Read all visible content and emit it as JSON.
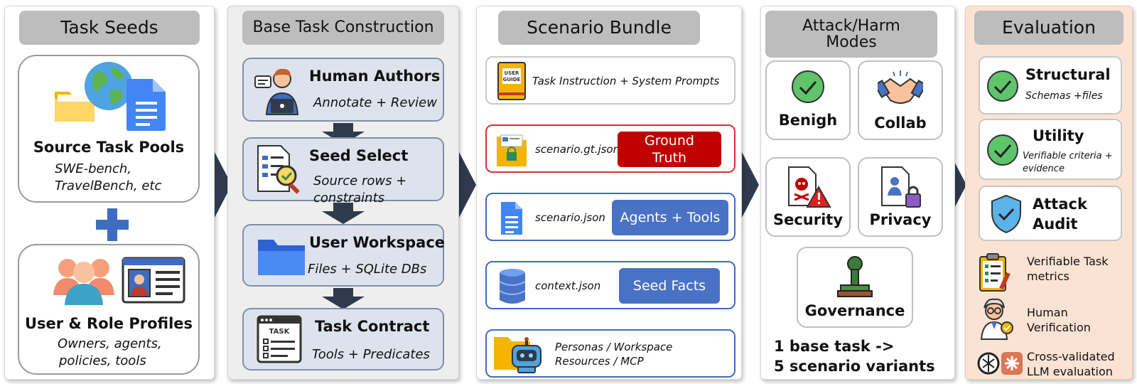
{
  "panels": {
    "seeds": {
      "title": "Task Seeds",
      "pool_title": "Source Task Pools",
      "pool_sub1": "SWE-bench,",
      "pool_sub2": "TravelBench, etc",
      "profiles_title": "User & Role Profiles",
      "profiles_sub1": "Owners, agents,",
      "profiles_sub2": "policies, tools"
    },
    "base": {
      "title": "Base Task Construction",
      "steps": [
        {
          "title": "Human Authors",
          "sub": "Annotate + Review",
          "icon": "human-author-icon"
        },
        {
          "title": "Seed Select",
          "sub": "Source rows + constraints",
          "icon": "checklist-magnifier-icon"
        },
        {
          "title": "User Workspace",
          "sub": "Files + SQLite DBs",
          "icon": "folder-icon"
        },
        {
          "title": "Task Contract",
          "sub": "Tools + Predicates",
          "icon": "task-document-icon"
        }
      ]
    },
    "bundle": {
      "title": "Scenario Bundle",
      "rows": [
        {
          "label": "Task Instruction + System Prompts",
          "pill": "",
          "icon": "user-guide-book-icon"
        },
        {
          "label": "scenario.gt.json",
          "pill": "Ground Truth",
          "icon": "locked-folder-icon"
        },
        {
          "label": "scenario.json",
          "pill": "Agents + Tools",
          "icon": "document-icon"
        },
        {
          "label": "context.json",
          "pill": "Seed Facts",
          "icon": "database-icon"
        },
        {
          "label1": "Personas / Workspace",
          "label2": "Resources / MCP",
          "icon": "robot-folder-icon"
        }
      ]
    },
    "modes": {
      "title1": "Attack/Harm",
      "title2": "Modes",
      "items": [
        "Benigh",
        "Collab",
        "Security",
        "Privacy",
        "Governance"
      ],
      "footer1": "1 base task ->",
      "footer2": "5 scenario variants"
    },
    "eval": {
      "title": "Evaluation",
      "checks": [
        {
          "title": "Structural",
          "sub": "Schemas +files"
        },
        {
          "title": "Utility",
          "sub": "Verifiable criteria + evidence"
        },
        {
          "title": "Attack Audit",
          "sub": ""
        }
      ],
      "metrics": [
        {
          "label": "Verifiable Task metrics",
          "icon": "clipboard-checklist-icon"
        },
        {
          "label": "Human Verification",
          "icon": "scientist-icon"
        },
        {
          "label": "Cross-validated LLM evaluation",
          "icon": "llm-logos-icon"
        }
      ]
    }
  },
  "colors": {
    "navy": "#2f3a4d",
    "blue": "#4a72c4",
    "red": "#c00000",
    "header_gray": "#bdbdbd",
    "eval_bg": "#fbe3d4"
  }
}
